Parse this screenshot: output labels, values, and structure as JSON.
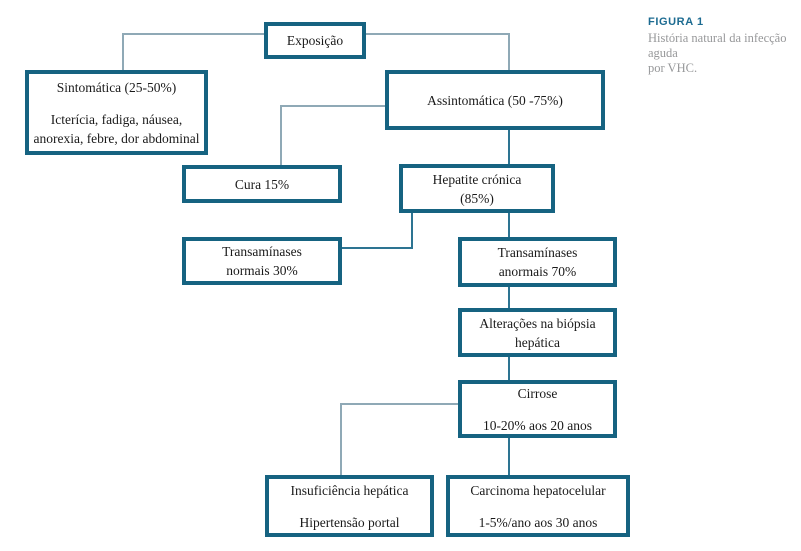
{
  "figure": {
    "label": "FIGURA 1",
    "caption": [
      "História natural da infecção aguda",
      "por VHC."
    ]
  },
  "colors": {
    "box_border": "#166381",
    "connector_light": "#8fa9b6",
    "connector_dark": "#2d7492",
    "figure_label": "#1c6b91",
    "caption_text": "#97989a",
    "node_text": "#1a1a1a",
    "background": "#ffffff"
  },
  "nodes": {
    "exposicao": {
      "lines": [
        "Exposição"
      ]
    },
    "sintomatica": {
      "lines": [
        "Sintomática (25-50%)",
        "Icterícia, fadiga, náusea,",
        "anorexia, febre, dor abdominal"
      ]
    },
    "assintomatica": {
      "lines": [
        "Assintomática (50 -75%)"
      ]
    },
    "cura": {
      "lines": [
        "Cura 15%"
      ]
    },
    "hepatite_cronica": {
      "lines": [
        "Hepatite crónica",
        "(85%)"
      ]
    },
    "transaminases_normais": {
      "lines": [
        "Transamínases",
        "normais 30%"
      ]
    },
    "transaminases_anormais": {
      "lines": [
        "Transamínases",
        "anormais 70%"
      ]
    },
    "alteracoes_biopsia": {
      "lines": [
        "Alterações na biópsia",
        "hepática"
      ]
    },
    "cirrose": {
      "lines": [
        "Cirrose",
        "10-20% aos 20 anos"
      ]
    },
    "insuficiencia_hepatica": {
      "lines": [
        "Insuficiência hepática",
        "Hipertensão portal"
      ]
    },
    "carcinoma_hepatocelular": {
      "lines": [
        "Carcinoma hepatocelular",
        "1-5%/ano aos 30 anos"
      ]
    }
  }
}
